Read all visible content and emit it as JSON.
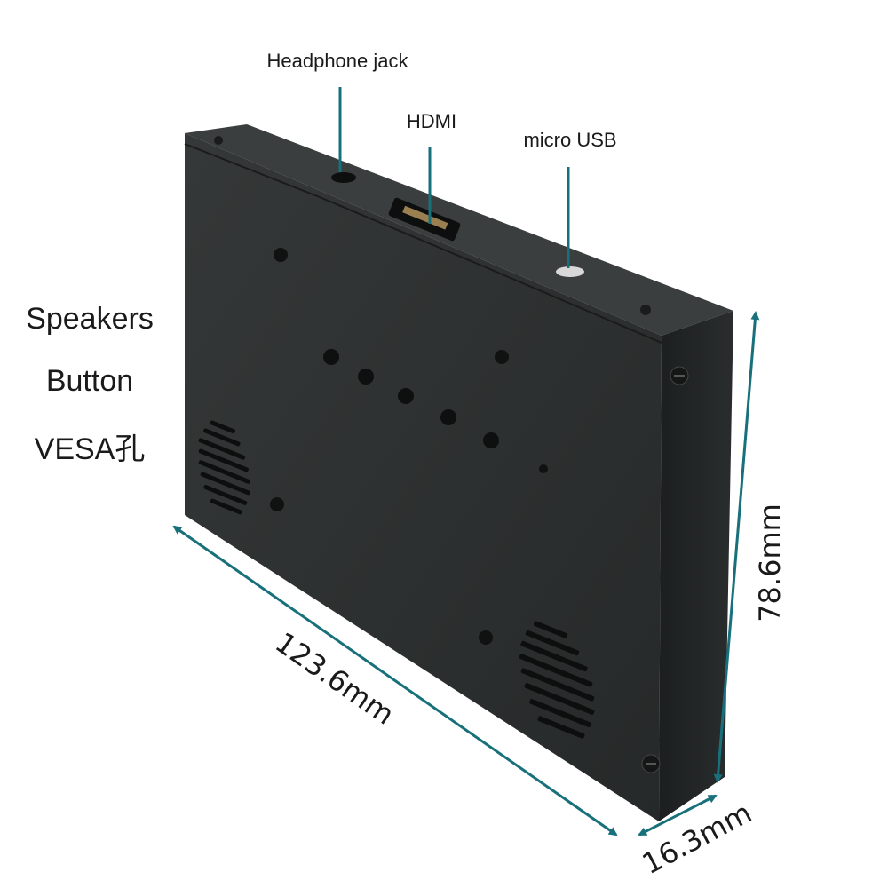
{
  "ports": {
    "headphone": "Headphone jack",
    "hdmi": "HDMI",
    "usb": "micro USB"
  },
  "features": {
    "speakers": "Speakers",
    "button": "Button",
    "vesa": "VESA孔"
  },
  "dimensions": {
    "width": "123.6mm",
    "height": "78.6mm",
    "depth": "16.3mm"
  },
  "colors": {
    "case": "#2b2e2e",
    "case_top": "#3a3d3d",
    "case_side": "#1f2222",
    "arrow": "#17707a",
    "text": "#1a1a1a"
  }
}
